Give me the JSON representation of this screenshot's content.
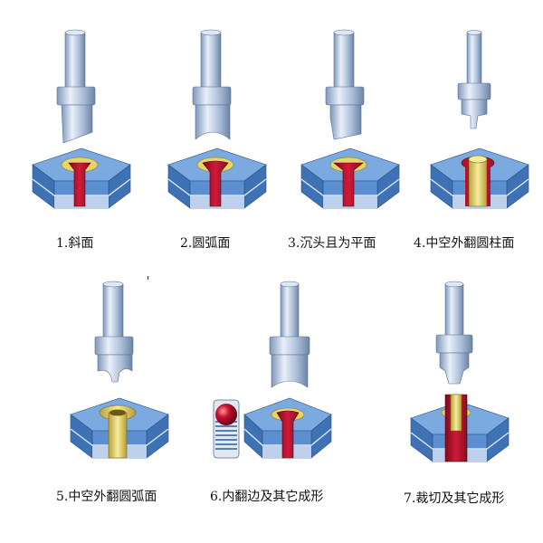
{
  "figure": {
    "panels": [
      {
        "caption": "1.斜面"
      },
      {
        "caption": "2.圆弧面"
      },
      {
        "caption": "3.沉头且为平面"
      },
      {
        "caption": "4.中空外翻圆柱面"
      },
      {
        "caption": "5.中空外翻圆弧面"
      },
      {
        "caption": "6.内翻边及其它成形"
      },
      {
        "caption": "7.裁切及其它成形"
      }
    ]
  },
  "colors": {
    "punch_steel": "#b7c9e2",
    "block_blue": "#5b8fcf",
    "block_light": "#c8d8ef",
    "rivet_red": "#b3122e",
    "hollow_yellow": "#e8d56a"
  }
}
